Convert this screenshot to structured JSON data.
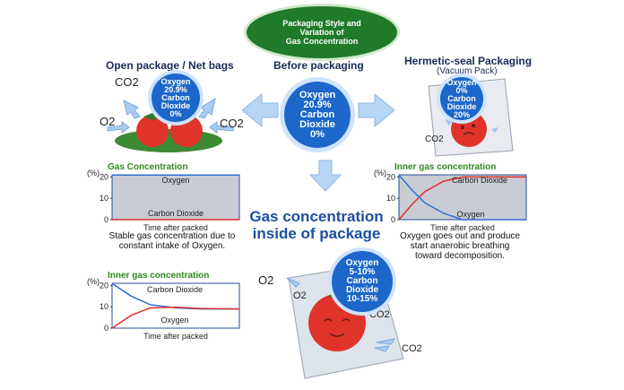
{
  "title": {
    "line1": "Packaging Style and",
    "line2": "Variation of",
    "line3": "Gas Concentration"
  },
  "open_package": {
    "heading": "Open package / Net bags",
    "bubble": [
      "Oxygen",
      "20.9%",
      "Carbon",
      "Dioxide",
      "0%"
    ],
    "gas_labels": {
      "co2_a": "CO2",
      "o2": "O2",
      "co2_b": "CO2"
    },
    "caption": [
      "Stable gas concentration due to",
      "constant intake of Oxygen."
    ]
  },
  "before": {
    "heading": "Before packaging",
    "bubble": [
      "Oxygen",
      "20.9%",
      "Carbon",
      "Dioxide",
      "0%"
    ]
  },
  "hermetic": {
    "heading": "Hermetic-seal Packaging",
    "subheading": "(Vacuum Pack)",
    "bubble": [
      "Oxygen",
      "0%",
      "Carbon",
      "Dioxide",
      "20%"
    ],
    "gas_label": "CO2",
    "caption": [
      "Oxygen goes out and produce",
      "start anaerobic breathing",
      "toward decomposition."
    ]
  },
  "center_label": [
    "Gas concentration",
    "inside of package"
  ],
  "film": {
    "bubble": [
      "Oxygen",
      "5-10%",
      "Carbon",
      "Dioxide",
      "10-15%"
    ],
    "gas_labels": {
      "o2_a": "O2",
      "o2_b": "O2",
      "co2_a": "CO2",
      "co2_b": "CO2"
    }
  },
  "chart_data": [
    {
      "type": "line",
      "title": "Gas Concentration",
      "unit_label": "(%)",
      "xlabel": "Time after packed",
      "yticks": [
        "20",
        "10",
        "0"
      ],
      "ylim": [
        0,
        21
      ],
      "series": [
        {
          "name": "Oxygen",
          "color": "#2a6fd6",
          "x": [
            0,
            1
          ],
          "y": [
            20.9,
            20.9
          ]
        },
        {
          "name": "Carbon Dioxide",
          "color": "#e03030",
          "x": [
            0,
            1
          ],
          "y": [
            0,
            0
          ]
        }
      ],
      "background": "#c9ccd4"
    },
    {
      "type": "line",
      "title": "Inner gas concentration",
      "unit_label": "(%)",
      "xlabel": "Time after packed",
      "yticks": [
        "20",
        "10",
        "0"
      ],
      "ylim": [
        0,
        21
      ],
      "series": [
        {
          "name": "Carbon Dioxide",
          "color": "#e03030",
          "x": [
            0,
            0.1,
            0.2,
            0.35,
            0.5,
            1
          ],
          "y": [
            0,
            7,
            13,
            18,
            20,
            20
          ]
        },
        {
          "name": "Oxygen",
          "color": "#2a6fd6",
          "x": [
            0,
            0.1,
            0.2,
            0.35,
            0.5,
            1
          ],
          "y": [
            20.9,
            14,
            8,
            3,
            0,
            0
          ]
        }
      ],
      "background": "#c9ccd4"
    },
    {
      "type": "line",
      "title": "Inner gas concentration",
      "unit_label": "(%)",
      "xlabel": "Time after packed",
      "yticks": [
        "20",
        "10",
        "0"
      ],
      "ylim": [
        0,
        21
      ],
      "series": [
        {
          "name": "Carbon Dioxide",
          "color": "#2a6fd6",
          "x": [
            0,
            0.15,
            0.3,
            0.5,
            0.7,
            1
          ],
          "y": [
            20.9,
            15,
            11,
            9.5,
            9,
            9
          ]
        },
        {
          "name": "Oxygen",
          "color": "#e03030",
          "x": [
            0,
            0.15,
            0.3,
            0.5,
            0.7,
            1
          ],
          "y": [
            0,
            6,
            9.5,
            9.8,
            9.2,
            9
          ]
        }
      ],
      "background": "#ffffff"
    }
  ]
}
